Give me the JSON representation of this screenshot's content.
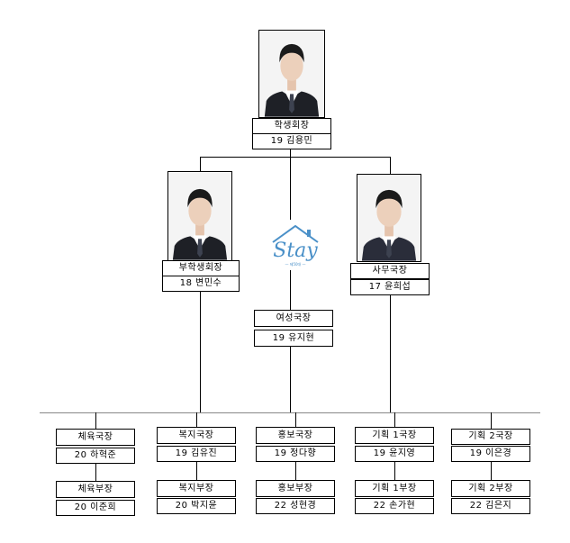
{
  "president": {
    "title": "학생회장",
    "name": "19 김용민"
  },
  "vice_president": {
    "title": "부학생회장",
    "name": "18 변민수"
  },
  "secretary": {
    "title": "사무국장",
    "name": "17 윤희섭"
  },
  "women_director": {
    "title": "여성국장",
    "name": "19 유지현"
  },
  "logo": {
    "word": "Stay",
    "sub": "— 제50대 —",
    "color": "#4a90c8"
  },
  "departments": [
    {
      "head_title": "체육국장",
      "head_name": "20 하혁준",
      "deputy_title": "체육부장",
      "deputy_name": "20 이준희"
    },
    {
      "head_title": "복지국장",
      "head_name": "19 김유진",
      "deputy_title": "복지부장",
      "deputy_name": "20 박지윤"
    },
    {
      "head_title": "홍보국장",
      "head_name": "19 정다향",
      "deputy_title": "홍보부장",
      "deputy_name": "22 성현경"
    },
    {
      "head_title": "기획 1국장",
      "head_name": "19 윤지영",
      "deputy_title": "기획 1부장",
      "deputy_name": "22 손가현"
    },
    {
      "head_title": "기획 2국장",
      "head_name": "19 이은경",
      "deputy_title": "기획 2부장",
      "deputy_name": "22 김은지"
    }
  ]
}
